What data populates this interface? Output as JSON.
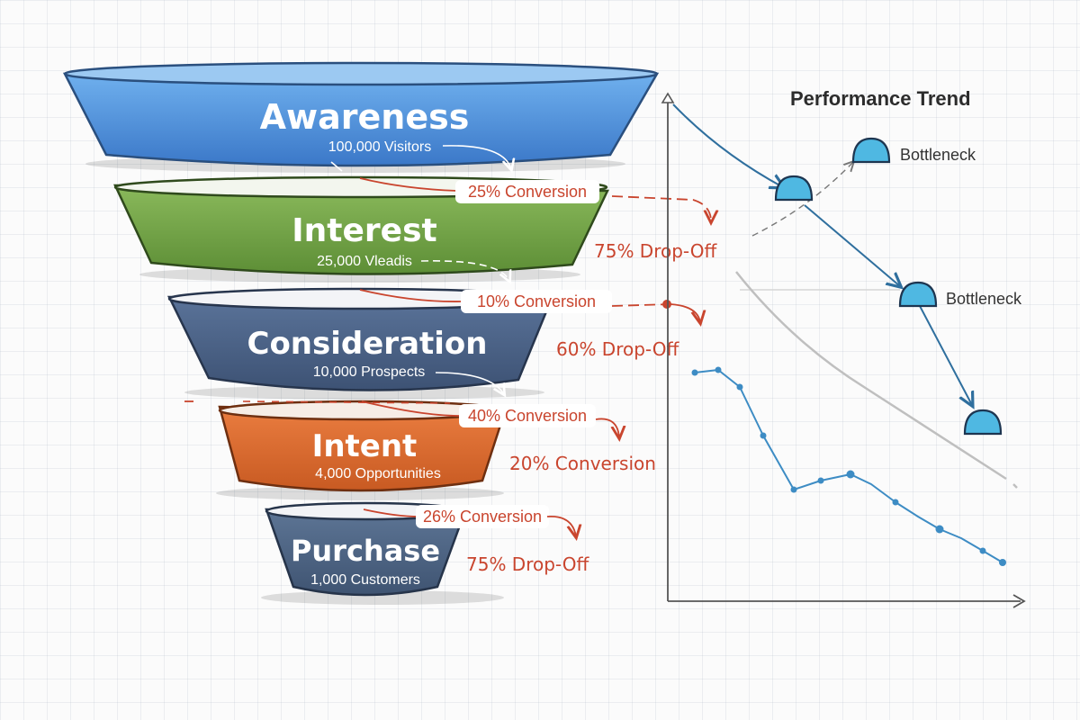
{
  "colors": {
    "awareness": "#4b8fd8",
    "interest": "#6f9e43",
    "consideration": "#4a6286",
    "intent": "#d9672d",
    "purchase": "#4b6180",
    "annotation": "#c9452e",
    "trend_line": "#3d8cc4",
    "bottleneck": "#4fb8e2"
  },
  "funnel": {
    "stages": [
      {
        "name": "Awareness",
        "count": "100,000 Visitors"
      },
      {
        "name": "Interest",
        "count": "25,000 Vleadis"
      },
      {
        "name": "Consideration",
        "count": "10,000 Prospects"
      },
      {
        "name": "Intent",
        "count": "4,000 Opportunities"
      },
      {
        "name": "Purchase",
        "count": "1,000 Customers"
      }
    ],
    "conversions": [
      "25% Conversion",
      "10% Conversion",
      "40% Conversion",
      "26% Conversion"
    ],
    "side_notes": [
      "75% Drop-Off",
      "60% Drop-Off",
      "20% Conversion",
      "75% Drop-Off"
    ]
  },
  "chart": {
    "title": "Performance Trend",
    "bottlenecks": [
      "Bottleneck",
      "Bottleneck"
    ]
  }
}
